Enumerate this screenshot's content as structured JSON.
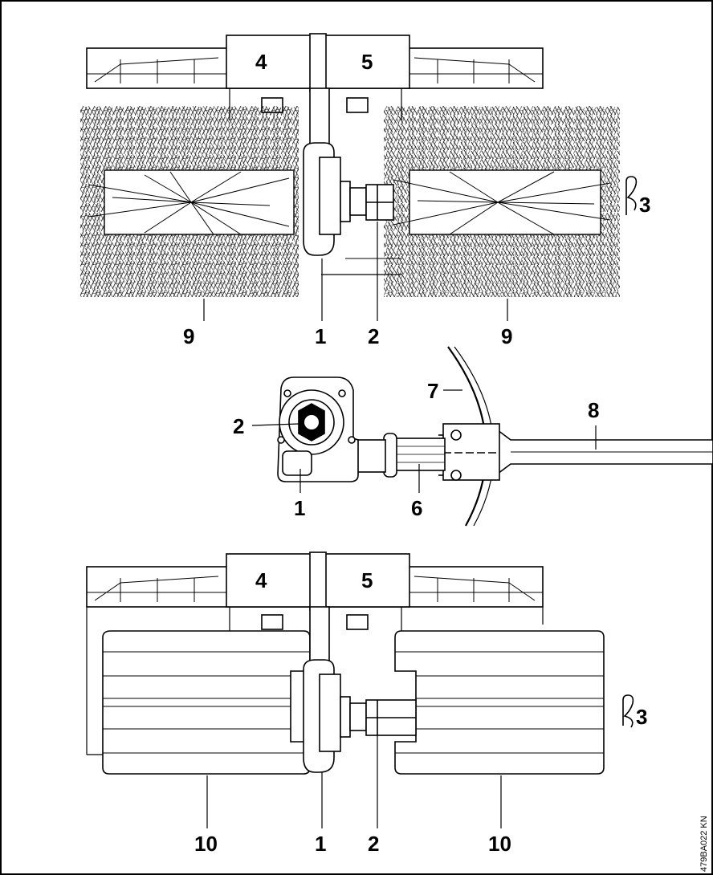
{
  "figure_code": "479BA022 KN",
  "view_top": {
    "labels": {
      "cover_left": "4",
      "cover_right": "5",
      "retaining_pin": "3",
      "brush_left": "9",
      "brush_right": "9",
      "gearbox": "1",
      "drive_shaft": "2"
    }
  },
  "view_middle": {
    "labels": {
      "shaft": "2",
      "gearbox": "1",
      "drive_tube_coupling": "6",
      "guard": "7",
      "boom": "8"
    }
  },
  "view_bottom": {
    "labels": {
      "cover_left": "4",
      "cover_right": "5",
      "retaining_pin": "3",
      "paddle_left": "10",
      "paddle_right": "10",
      "gearbox": "1",
      "drive_shaft": "2"
    }
  }
}
